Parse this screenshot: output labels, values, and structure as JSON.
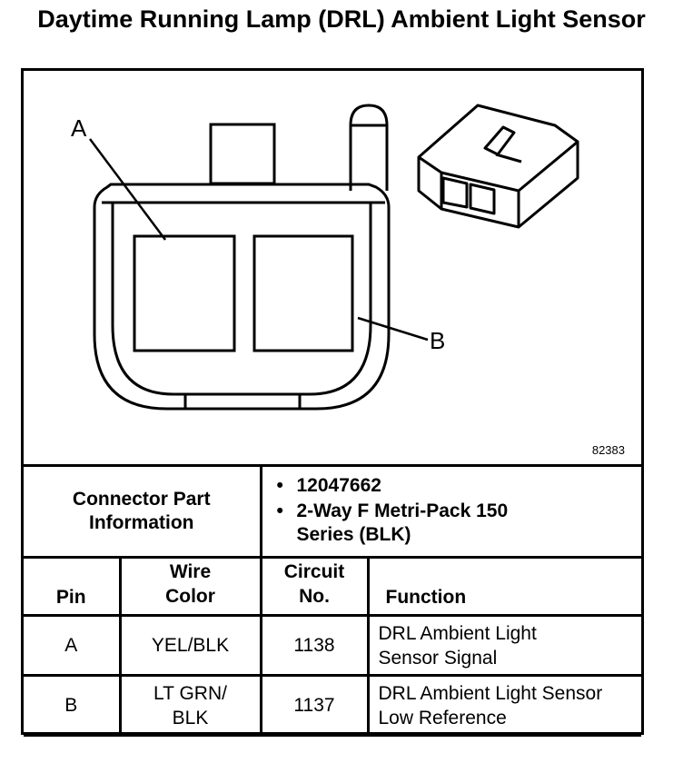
{
  "title": "Daytime Running Lamp (DRL) Ambient Light Sensor",
  "diagram": {
    "callout_a": "A",
    "callout_b": "B",
    "figure_number": "82383"
  },
  "connector_info": {
    "label": "Connector Part Information",
    "items": [
      "12047662",
      "2-Way F Metri-Pack 150 Series (BLK)"
    ]
  },
  "table": {
    "headers": [
      "Pin",
      "Wire Color",
      "Circuit No.",
      "Function"
    ],
    "rows": [
      [
        "A",
        "YEL/BLK",
        "1138",
        "DRL Ambient Light Sensor Signal"
      ],
      [
        "B",
        "LT GRN/ BLK",
        "1137",
        "DRL Ambient Light Sensor Low Reference"
      ]
    ]
  }
}
